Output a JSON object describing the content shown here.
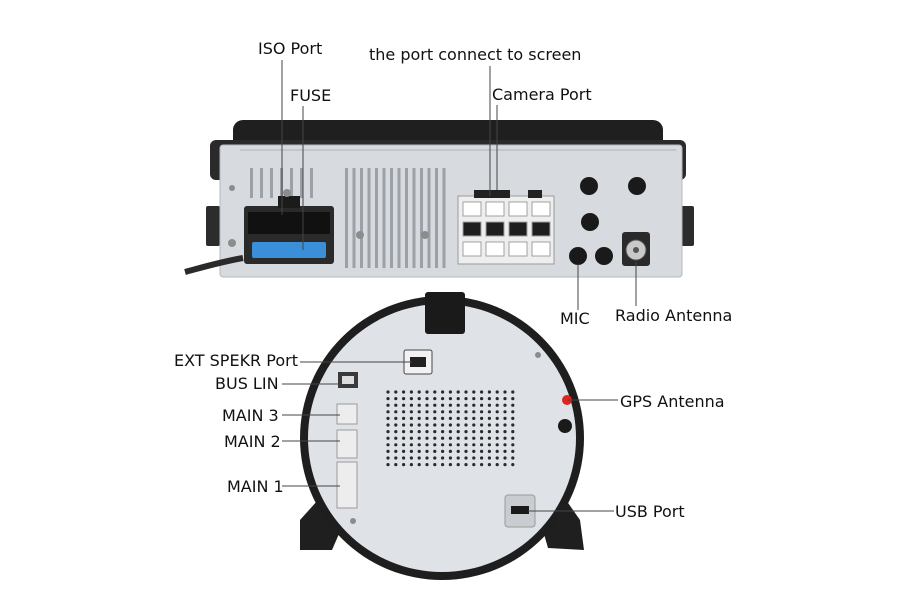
{
  "labels": {
    "iso_port": "ISO Port",
    "port_connect_screen": "the port connect to screen",
    "fuse": "FUSE",
    "camera_port": "Camera Port",
    "mic": "MIC",
    "radio_antenna": "Radio Antenna",
    "ext_spekr_port": "EXT SPEKR Port",
    "bus_lin": "BUS LIN",
    "main3": "MAIN 3",
    "main2": "MAIN 2",
    "main1": "MAIN 1",
    "gps_antenna": "GPS Antenna",
    "usb_port": "USB Port"
  },
  "colors": {
    "background": "#ffffff",
    "metal": "#d7dade",
    "dark_casing": "#1f1f1f",
    "leader_line": "#444444",
    "gps_marker": "#e0241f",
    "fuse_blue": "#3a8fd8"
  }
}
